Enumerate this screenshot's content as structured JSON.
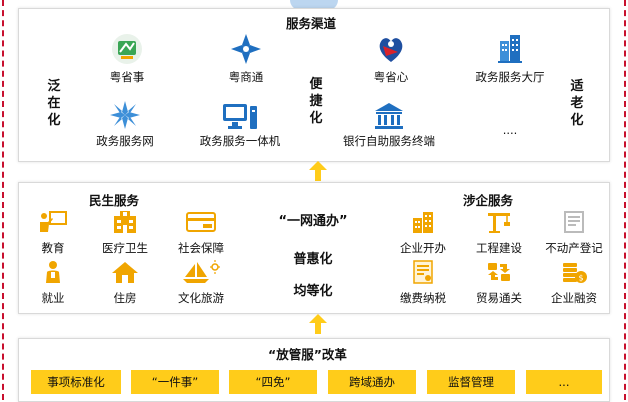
{
  "channels": {
    "title": "服务渠道",
    "left_tag": [
      "泛",
      "在",
      "化"
    ],
    "center_tag": [
      "便",
      "捷",
      "化"
    ],
    "right_tag": [
      "适",
      "老",
      "化"
    ],
    "items": [
      {
        "label": "粤省事",
        "icon": "yueshengshi-app-icon"
      },
      {
        "label": "粤商通",
        "icon": "yueshangtong-app-icon"
      },
      {
        "label": "粤省心",
        "icon": "yueshengxin-app-icon"
      },
      {
        "label": "政务服务大厅",
        "icon": "service-hall-building-icon"
      },
      {
        "label": "政务服务网",
        "icon": "government-service-web-icon"
      },
      {
        "label": "政务服务一体机",
        "icon": "kiosk-computer-icon"
      },
      {
        "label": "银行自助服务终端",
        "icon": "bank-terminal-icon"
      },
      {
        "label": "....",
        "icon": ""
      }
    ]
  },
  "services": {
    "livelihood_title": "民生服务",
    "enterprise_title": "涉企服务",
    "center": [
      "“一网通办”",
      "普惠化",
      "均等化"
    ],
    "livelihood": [
      {
        "label": "教育",
        "icon": "education-teacher-icon"
      },
      {
        "label": "医疗卫生",
        "icon": "hospital-icon"
      },
      {
        "label": "社会保障",
        "icon": "social-security-card-icon"
      },
      {
        "label": "就业",
        "icon": "employment-worker-icon"
      },
      {
        "label": "住房",
        "icon": "house-icon"
      },
      {
        "label": "文化旅游",
        "icon": "culture-tourism-icon"
      }
    ],
    "enterprise": [
      {
        "label": "企业开办",
        "icon": "enterprise-building-icon"
      },
      {
        "label": "工程建设",
        "icon": "construction-crane-icon"
      },
      {
        "label": "不动产登记",
        "icon": "real-estate-register-icon"
      },
      {
        "label": "缴费纳税",
        "icon": "tax-form-icon"
      },
      {
        "label": "贸易通关",
        "icon": "trade-customs-icon"
      },
      {
        "label": "企业融资",
        "icon": "finance-coins-icon"
      }
    ]
  },
  "reform": {
    "title": "“放管服”改革",
    "items": [
      "事项标准化",
      "“一件事”",
      "“四免”",
      "跨域通办",
      "监督管理",
      "..."
    ]
  },
  "colors": {
    "accent_blue": "#1f6fc0",
    "accent_yellow": "#ffcc1a",
    "border_red": "#c8102e",
    "icon_orange": "#f0a500"
  }
}
